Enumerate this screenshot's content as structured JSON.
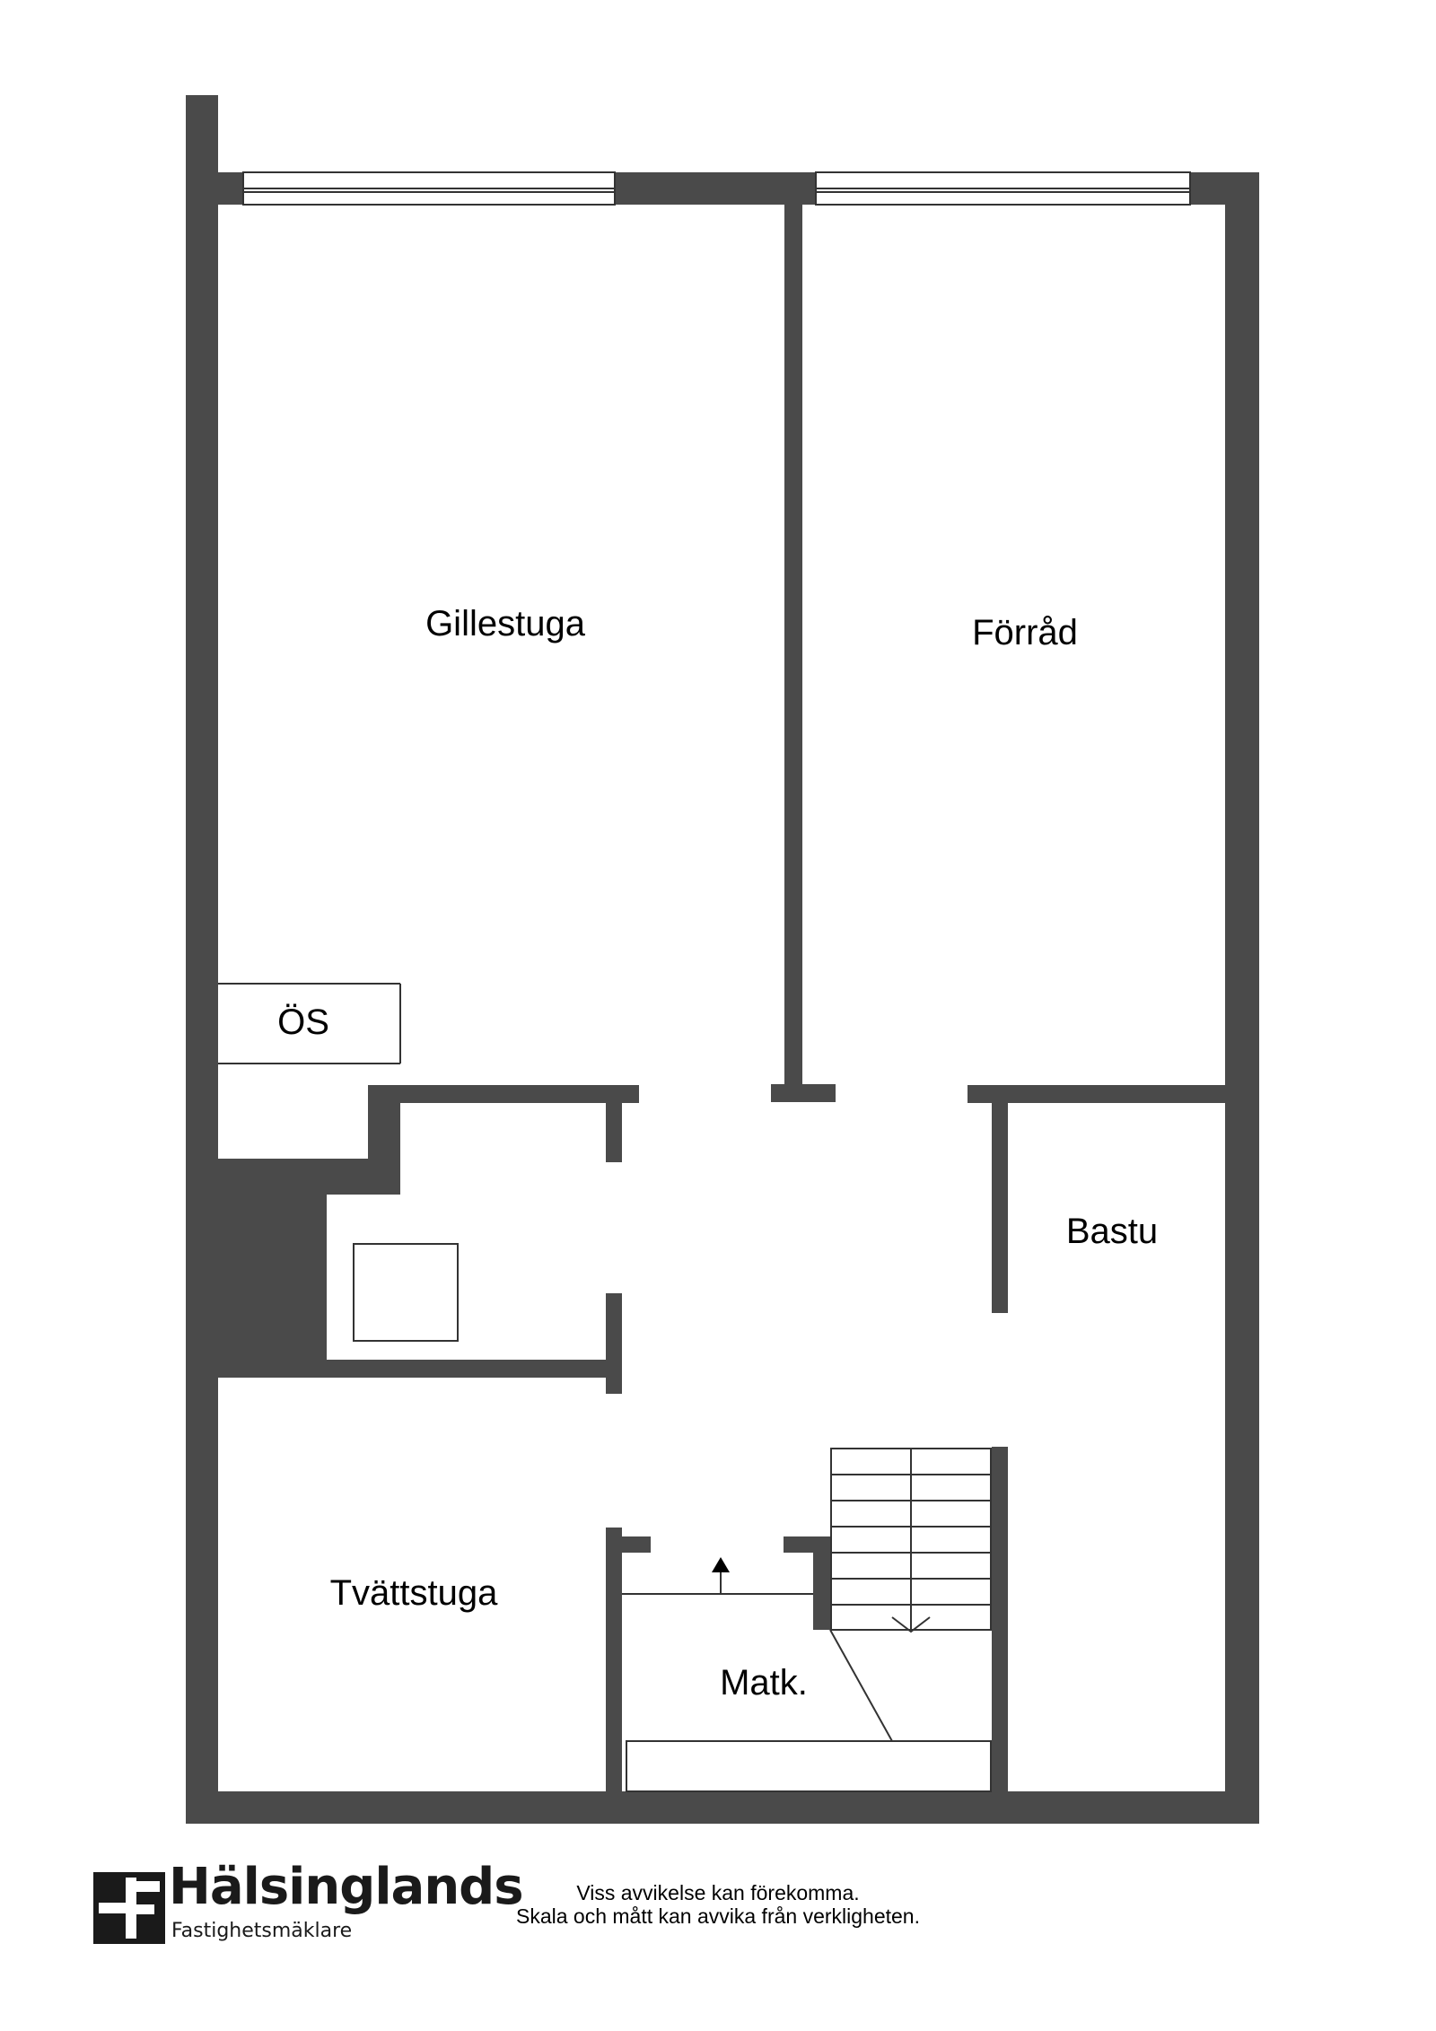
{
  "rooms": {
    "gillestuga": "Gillestuga",
    "forrad": "Förråd",
    "os": "ÖS",
    "bastu": "Bastu",
    "tvattstuga": "Tvättstuga",
    "matk": "Matk."
  },
  "footer": {
    "brand_name": "Hälsinglands",
    "brand_sub": "Fastighetsmäklare",
    "disclaimer_line1": "Viss avvikelse kan förekomma.",
    "disclaimer_line2": "Skala och mått kan avvika från verkligheten."
  },
  "colors": {
    "wall": "#4a4a4a",
    "line": "#333333",
    "background": "#ffffff"
  },
  "icons": {
    "logo": "hf-logo-icon",
    "stair_up": "arrow-up-icon",
    "stair_down": "arrow-down-icon"
  }
}
